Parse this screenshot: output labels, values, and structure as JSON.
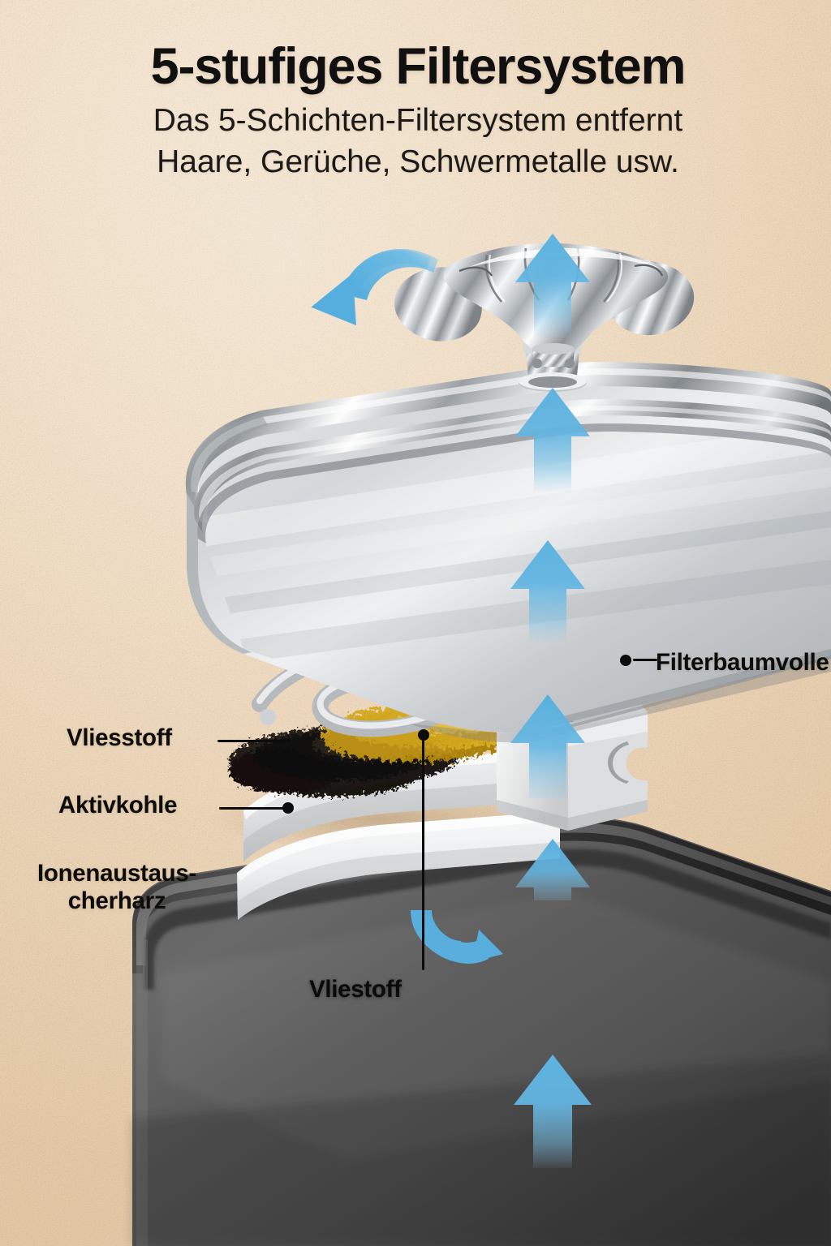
{
  "header": {
    "title": "5-stufiges Filtersystem",
    "subtitle_line1": "Das 5-Schichten-Filtersystem entfernt",
    "subtitle_line2": "Haare, Gerüche, Schwermetalle usw."
  },
  "labels": {
    "fleece_top": "Vliesstoff",
    "activated_carbon": "Aktivkohle",
    "ion_resin_line1": "Ionenaustaus-",
    "ion_resin_line2": "cherharz",
    "filter_cotton": "Filterbaumvolle",
    "fleece_bottom": "Vliestoff"
  },
  "colors": {
    "background": "#f4dfc2",
    "background_light": "#f8e7cf",
    "background_dark": "#eed2ae",
    "text": "#0d0c0c",
    "arrow_blue": "#5eb3e0",
    "arrow_blue_dark": "#3f9fd4",
    "steel_light": "#f2f3f4",
    "steel_mid": "#b9bdc0",
    "steel_dark": "#6e7275",
    "bowl_dark": "#4a4a4a",
    "bowl_darker": "#2e2e2e",
    "foam_white": "#f4f5f6",
    "fleece_yellow": "#c99a17",
    "carbon_black": "#1c1814",
    "housing_white": "#ececec"
  },
  "diagram": {
    "type": "exploded-product-diagram",
    "product": "pet water fountain filter stack",
    "stage_count": 5,
    "flow_arrows": 7,
    "arrow_direction": "upward water flow",
    "layers_bottom_to_top": [
      "Ionenaustauscherharz",
      "Vliestoff",
      "Aktivkohle",
      "Vliesstoff",
      "Filterbaumvolle"
    ]
  }
}
